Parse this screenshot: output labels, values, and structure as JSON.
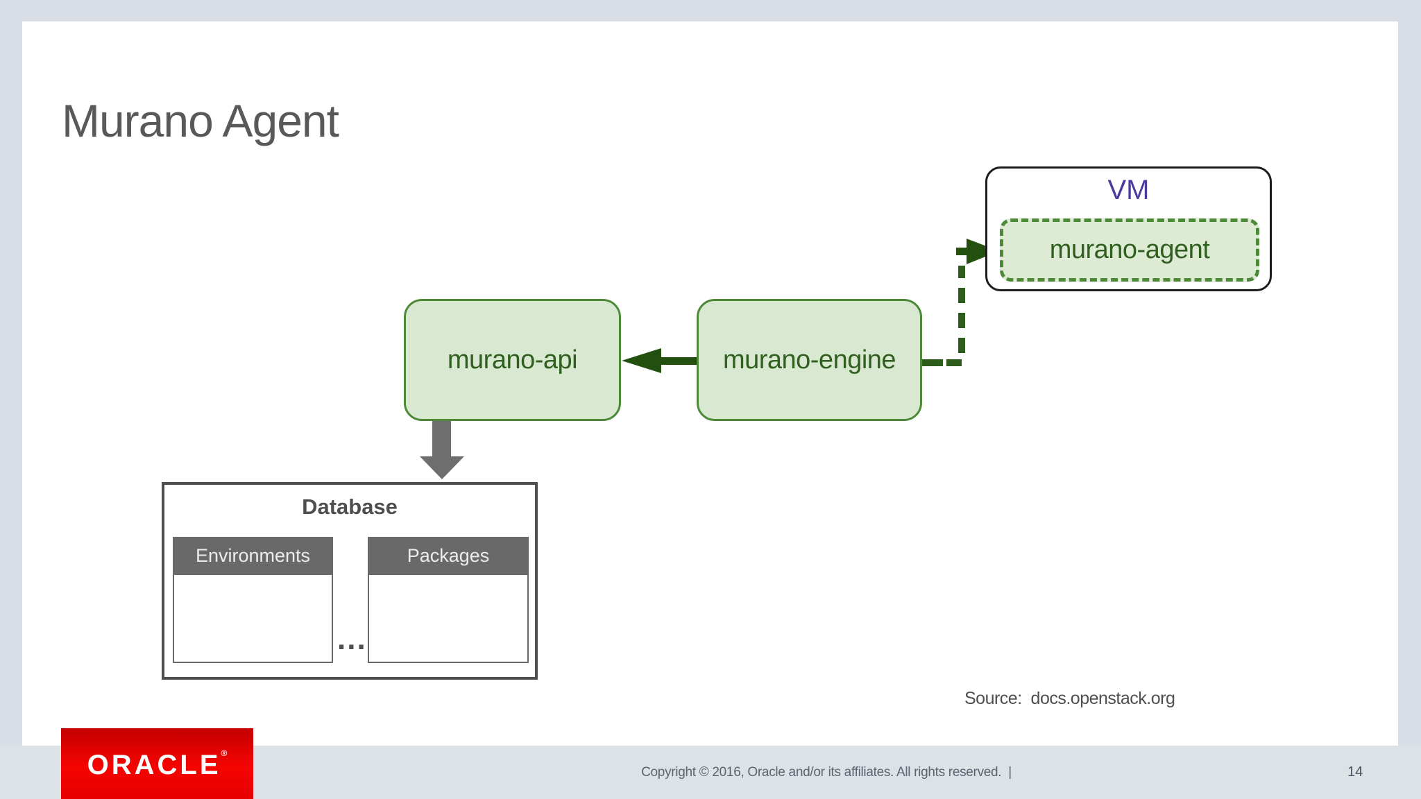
{
  "colors": {
    "bg": "#d9dde5",
    "footer-bg": "#dce2e6",
    "slide-bg": "#ffffff",
    "title-text": "#58595b",
    "green-fill": "#d9e8d0",
    "green-border": "#4c8a38",
    "green-text": "#315f20",
    "arrow-green": "#24500f",
    "dash-green": "#2e5c1a",
    "vm-border": "#1c1c1c",
    "vm-text": "#4a3a9c",
    "agent-fill": "#ddebd5",
    "gray-arrow": "#6e6e6e",
    "db-border": "#4f4f4f",
    "db-header-bg": "#696969",
    "db-header-text": "#ececec",
    "footer-text": "#5b6470",
    "source-text": "#4f4f4f",
    "page-text": "#4a5361",
    "oracle-red-dark": "#c40000",
    "oracle-red-bright": "#f50400"
  },
  "slide": {
    "title": "Murano Agent",
    "source": "Source:  docs.openstack.org"
  },
  "diagram": {
    "vm": "VM",
    "agent": "murano-agent",
    "api": "murano-api",
    "engine": "murano-engine",
    "database": "Database",
    "environments": "Environments",
    "packages": "Packages",
    "ellipsis": "..."
  },
  "footer": {
    "logo": "ORACLE",
    "registered": "®",
    "copyright": "Copyright © 2016, Oracle and/or its affiliates. All rights reserved.  |",
    "page": "14"
  }
}
